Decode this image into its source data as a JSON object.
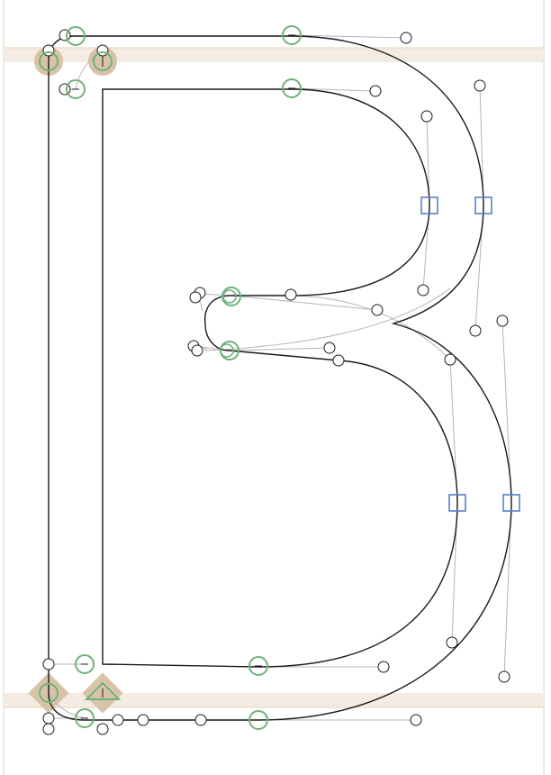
{
  "glyph": {
    "character": "B"
  },
  "colors": {
    "outline": "#1a1a1a",
    "handle_line": "#b4b4b4",
    "offcurve_point": "#1a1a1a",
    "oncurve_point": "#6fb27a",
    "extremum_point": "#5a7fc8",
    "guideline_band": "#f4ece2",
    "margin_line": "#e3d5bd",
    "corner_highlight": "#d9c3a8"
  },
  "legend": {
    "oncurve": "circle-point",
    "extremum": "square-point",
    "offcurve": "handle-point",
    "start": "start-triangle"
  }
}
